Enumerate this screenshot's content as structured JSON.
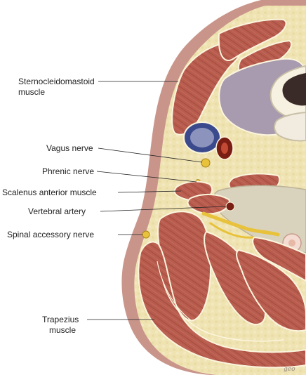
{
  "labels": {
    "scm_line1": "Sternocleidomastoid",
    "scm_line2": "muscle",
    "vagus": "Vagus nerve",
    "phrenic": "Phrenic nerve",
    "scalenus": "Scalenus anterior muscle",
    "vertebral": "Vertebral artery",
    "spinal_accessory": "Spinal accessory nerve",
    "trapezius_line1": "Trapezius",
    "trapezius_line2": "muscle"
  },
  "signature": "geo",
  "colors": {
    "skin": "#c9958b",
    "fat": "#efe3b2",
    "muscle": "#b85c4e",
    "muscle_dark": "#8f3f33",
    "fascia": "#fbf5dd",
    "bone": "#d9d2bd",
    "vein": "#3b4a8c",
    "artery": "#7a1d12",
    "nerve": "#e8c23a",
    "gland": "#a89aaf"
  }
}
